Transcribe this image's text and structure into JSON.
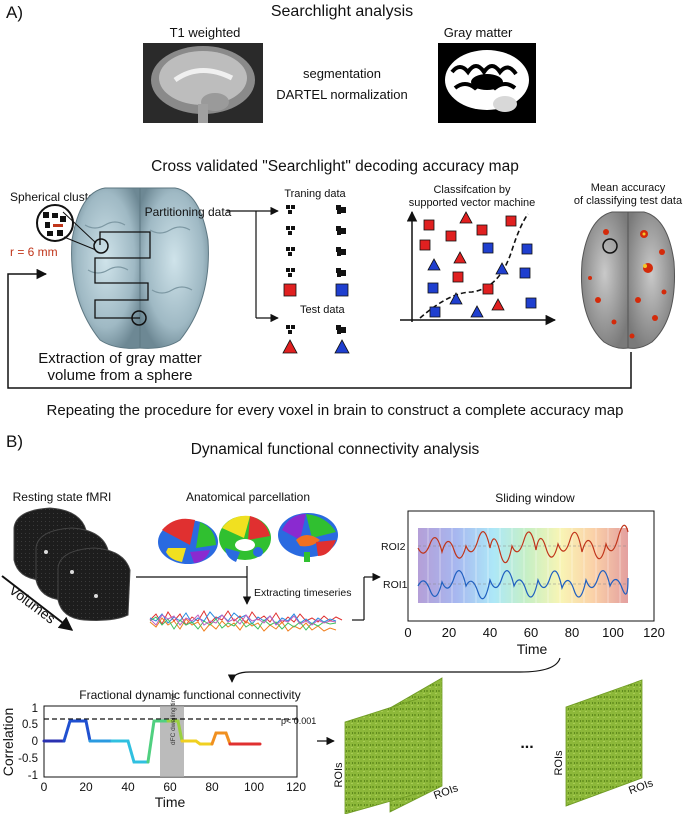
{
  "panel_a": {
    "letter": "A)",
    "title": "Searchlight analysis",
    "t1_label": "T1 weighted",
    "gm_label": "Gray matter",
    "step1": "segmentation",
    "step2": "DARTEL normalization",
    "map_title": "Cross validated \"Searchlight\" decoding accuracy map",
    "cluster_label": "Spherical cluster",
    "radius_label": "r = 6 mm",
    "partition_label": "Partitioning data",
    "training_label": "Traning data",
    "test_label": "Test data",
    "svm_title_1": "Classifcation by",
    "svm_title_2": "supported vector machine",
    "mean_acc_1": "Mean accuracy",
    "mean_acc_2": "of classifying test data",
    "extract_1": "Extraction of gray matter",
    "extract_2": "volume from a sphere",
    "repeat_text": "Repeating the procedure for every voxel in brain to construct a complete accuracy map"
  },
  "panel_b": {
    "letter": "B)",
    "title": "Dynamical functional connectivity analysis",
    "rs_label": "Resting state fMRI",
    "volumes_label": "Volumes",
    "parc_label": "Anatomical parcellation",
    "extract_ts_label": "Extracting timeseries",
    "sliding_title": "Sliding window",
    "roi2_label": "ROI2",
    "roi1_label": "ROI1",
    "sw_x_ticks": [
      "0",
      "20",
      "40",
      "60",
      "80",
      "100",
      "120"
    ],
    "sw_xlabel": "Time",
    "fdfc_title": "Fractional dynamic functional connectivity",
    "fdfc_ylabel": "Correlation",
    "fdfc_xlabel": "Time",
    "fdfc_y_ticks": [
      "1",
      "0.5",
      "0",
      "-0.5",
      "-1"
    ],
    "fdfc_x_ticks": [
      "0",
      "20",
      "40",
      "60",
      "80",
      "100",
      "120"
    ],
    "p_label": "p< 0.001",
    "dwell_label": "dFC dwelling time",
    "matrix_axis": "ROIs",
    "ellipsis": "..."
  },
  "colors": {
    "red_class": "#e02020",
    "blue_class": "#1f3fcf",
    "matrix_green": "#8db83a",
    "accuracy_hot": "#d42a0a"
  }
}
